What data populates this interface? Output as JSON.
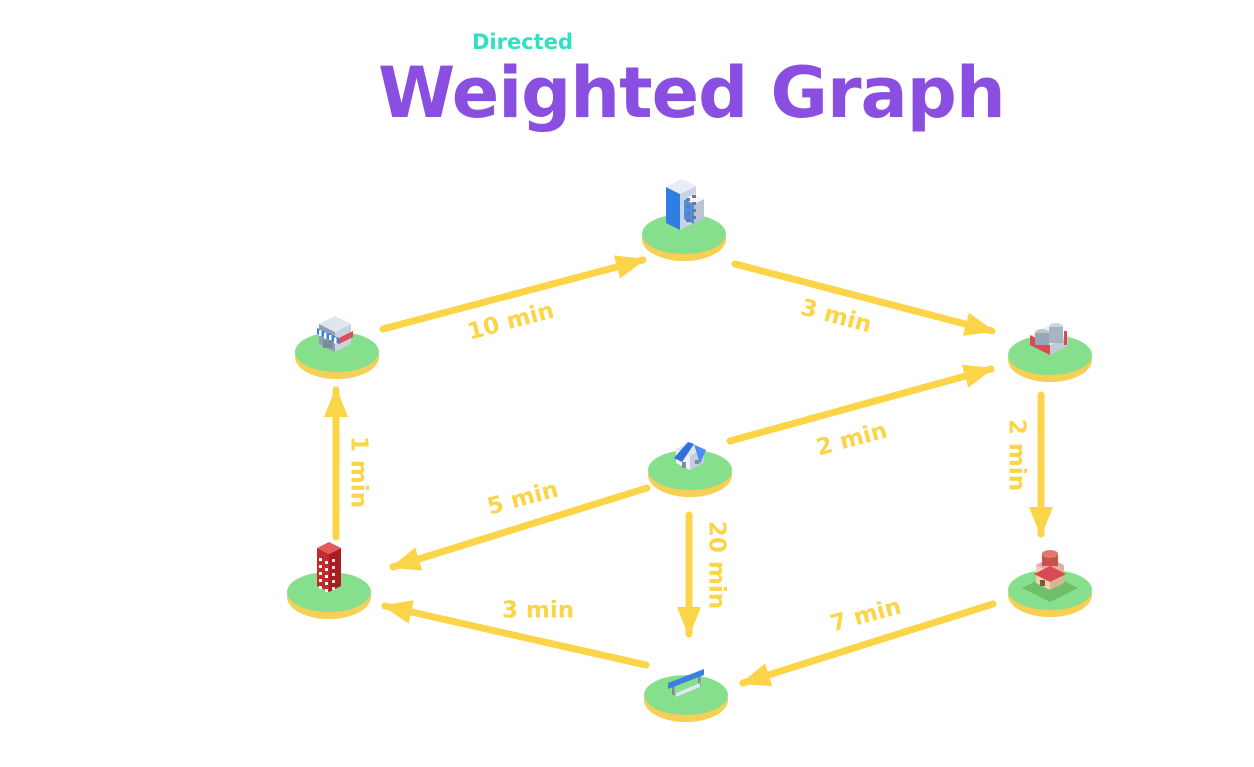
{
  "header": {
    "subtitle": "Directed",
    "title": "Weighted Graph"
  },
  "colors": {
    "subtitle": "#2ee0c4",
    "title": "#8a4fe0",
    "edge": "#fcd448",
    "node_base": "#85df8d",
    "node_rim": "#f6cf55"
  },
  "graph": {
    "nodes": [
      {
        "id": "office",
        "icon": "office-building-icon"
      },
      {
        "id": "shop",
        "icon": "shop-icon"
      },
      {
        "id": "factory",
        "icon": "factory-icon"
      },
      {
        "id": "house",
        "icon": "house-icon"
      },
      {
        "id": "apartment",
        "icon": "apartment-icon"
      },
      {
        "id": "restaurant",
        "icon": "restaurant-icon"
      },
      {
        "id": "bus-stop",
        "icon": "bus-stop-icon"
      }
    ],
    "edges": [
      {
        "from": "shop",
        "to": "office",
        "label": "10 min"
      },
      {
        "from": "office",
        "to": "factory",
        "label": "3 min"
      },
      {
        "from": "house",
        "to": "factory",
        "label": "2 min"
      },
      {
        "from": "factory",
        "to": "restaurant",
        "label": "2 min"
      },
      {
        "from": "apartment",
        "to": "shop",
        "label": "1 min"
      },
      {
        "from": "house",
        "to": "apartment",
        "label": "5 min"
      },
      {
        "from": "house",
        "to": "bus-stop",
        "label": "20 min"
      },
      {
        "from": "bus-stop",
        "to": "apartment",
        "label": "3 min"
      },
      {
        "from": "restaurant",
        "to": "bus-stop",
        "label": "7 min"
      }
    ]
  }
}
